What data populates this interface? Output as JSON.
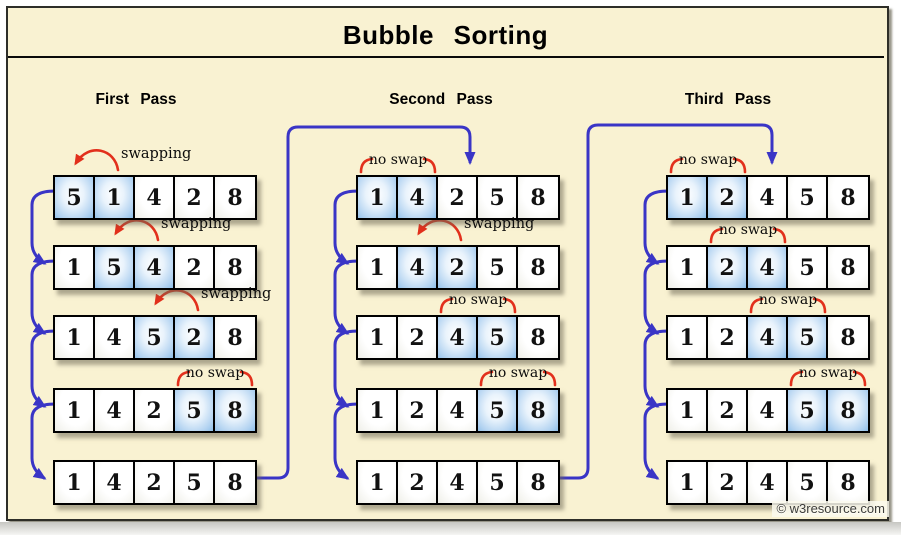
{
  "title": "Bubble Sorting",
  "watermark": "© w3resource.com",
  "colors": {
    "background": "#f9f2d2",
    "arrow_blue": "#3a35c6",
    "annotation_red": "#e2301c",
    "highlight_blue": "#9cc6ee",
    "cell_border": "#000000"
  },
  "passes": [
    {
      "label": "First Pass",
      "rows": [
        {
          "cells": [
            5,
            1,
            4,
            2,
            8
          ],
          "highlight": [
            0,
            1
          ],
          "annotation": "swapping"
        },
        {
          "cells": [
            1,
            5,
            4,
            2,
            8
          ],
          "highlight": [
            1,
            2
          ],
          "annotation": "swapping"
        },
        {
          "cells": [
            1,
            4,
            5,
            2,
            8
          ],
          "highlight": [
            2,
            3
          ],
          "annotation": "swapping"
        },
        {
          "cells": [
            1,
            4,
            2,
            5,
            8
          ],
          "highlight": [
            3,
            4
          ],
          "annotation": "no swap"
        },
        {
          "cells": [
            1,
            4,
            2,
            5,
            8
          ],
          "highlight": [],
          "annotation": null
        }
      ]
    },
    {
      "label": "Second Pass",
      "rows": [
        {
          "cells": [
            1,
            4,
            2,
            5,
            8
          ],
          "highlight": [
            0,
            1
          ],
          "annotation": "no swap"
        },
        {
          "cells": [
            1,
            4,
            2,
            5,
            8
          ],
          "highlight": [
            1,
            2
          ],
          "annotation": "swapping"
        },
        {
          "cells": [
            1,
            2,
            4,
            5,
            8
          ],
          "highlight": [
            2,
            3
          ],
          "annotation": "no swap"
        },
        {
          "cells": [
            1,
            2,
            4,
            5,
            8
          ],
          "highlight": [
            3,
            4
          ],
          "annotation": "no swap"
        },
        {
          "cells": [
            1,
            2,
            4,
            5,
            8
          ],
          "highlight": [],
          "annotation": null
        }
      ]
    },
    {
      "label": "Third Pass",
      "rows": [
        {
          "cells": [
            1,
            2,
            4,
            5,
            8
          ],
          "highlight": [
            0,
            1
          ],
          "annotation": "no swap"
        },
        {
          "cells": [
            1,
            2,
            4,
            5,
            8
          ],
          "highlight": [
            1,
            2
          ],
          "annotation": "no swap"
        },
        {
          "cells": [
            1,
            2,
            4,
            5,
            8
          ],
          "highlight": [
            2,
            3
          ],
          "annotation": "no swap"
        },
        {
          "cells": [
            1,
            2,
            4,
            5,
            8
          ],
          "highlight": [
            3,
            4
          ],
          "annotation": "no swap"
        },
        {
          "cells": [
            1,
            2,
            4,
            5,
            8
          ],
          "highlight": [],
          "annotation": null
        }
      ]
    }
  ]
}
